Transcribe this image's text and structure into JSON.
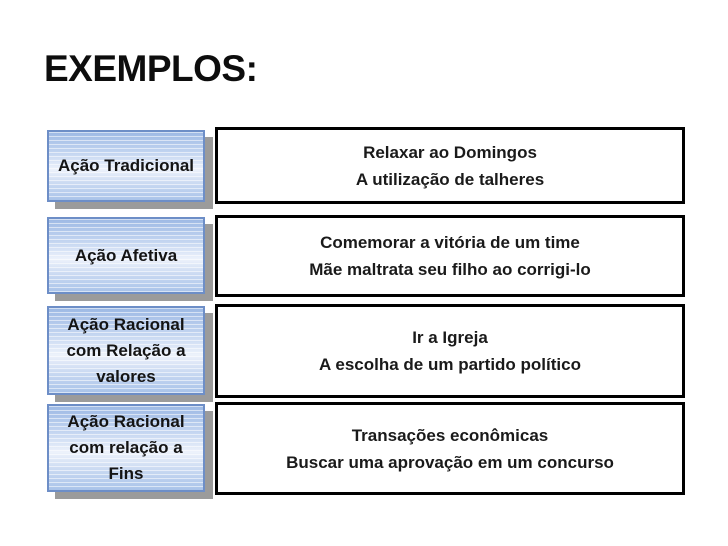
{
  "slide": {
    "title": "EXEMPLOS:",
    "rows": [
      {
        "label_lines": [
          "Ação Tradicional"
        ],
        "examples": [
          "Relaxar ao Domingos",
          "A utilização de talheres"
        ]
      },
      {
        "label_lines": [
          "Ação Afetiva"
        ],
        "examples": [
          "Comemorar a vitória de um time",
          "Mãe maltrata seu filho ao corrigi-lo"
        ]
      },
      {
        "label_lines": [
          "Ação Racional",
          "com Relação a",
          "valores"
        ],
        "examples": [
          "Ir a Igreja",
          "A escolha de um partido político"
        ]
      },
      {
        "label_lines": [
          "Ação Racional",
          "com relação a",
          "Fins"
        ],
        "examples": [
          "Transações econômicas",
          "Buscar uma aprovação em um concurso"
        ]
      }
    ],
    "colors": {
      "label_box_border": "#6d8ec7",
      "label_box_fill_light": "#edf2fb",
      "label_box_fill_dark": "#9db9e4",
      "label_box_shadow": "#9b9b9b",
      "example_box_border": "#000000",
      "background": "#ffffff",
      "text": "#1a1a1a"
    }
  }
}
